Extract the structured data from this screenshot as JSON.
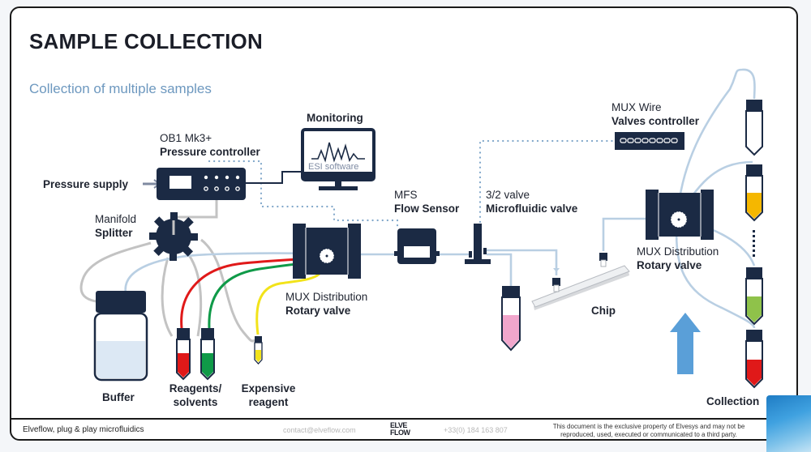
{
  "slide": {
    "title": "SAMPLE COLLECTION",
    "subtitle": "Collection of multiple samples"
  },
  "components": {
    "pressure_supply": {
      "label": "Pressure supply"
    },
    "pressure_controller": {
      "line1": "OB1 Mk3+",
      "line2": "Pressure controller"
    },
    "monitoring": {
      "label": "Monitoring",
      "screen_text": "ESI software"
    },
    "manifold": {
      "line1": "Manifold",
      "line2": "Splitter"
    },
    "mux_distribution_left": {
      "line1": "MUX Distribution",
      "line2": "Rotary valve"
    },
    "flow_sensor": {
      "line1": "MFS",
      "line2": "Flow Sensor"
    },
    "microfluidic_valve": {
      "line1": "3/2 valve",
      "line2": "Microfluidic valve"
    },
    "mux_wire": {
      "line1": "MUX Wire",
      "line2": "Valves controller"
    },
    "mux_distribution_right": {
      "line1": "MUX Distribution",
      "line2": "Rotary valve"
    },
    "chip": {
      "label": "Chip"
    },
    "buffer": {
      "label": "Buffer"
    },
    "reagents": {
      "line1": "Reagents/",
      "line2": "solvents"
    },
    "expensive_reagent": {
      "line1": "Expensive",
      "line2": "reagent"
    },
    "collection": {
      "label": "Collection"
    }
  },
  "colors": {
    "device": "#1b2a44",
    "tubing": "#b9cfe3",
    "tubing_grey": "#c3c3c3",
    "red": "#e01919",
    "green": "#0f9a48",
    "yellow": "#f2e31a",
    "orange": "#f5b700",
    "lime": "#8fc24a",
    "pink": "#f1a6cc",
    "buffer_fill": "#dce8f4",
    "arrow": "#5a9fd8",
    "dotted": "#7fa6c9"
  },
  "collection_tubes": [
    {
      "fill": "empty"
    },
    {
      "fill": "orange"
    },
    {
      "fill": "lime"
    },
    {
      "fill": "red"
    }
  ],
  "footer": {
    "tagline": "Elveflow, plug & play microfluidics",
    "email": "contact@elveflow.com",
    "logo_line1": "ELVE",
    "logo_line2": "FLOW",
    "phone": "+33(0) 184 163 807",
    "disclaimer": "This document is the exclusive property of Elvesys and may not be reproduced, used, executed or communicated to a third party."
  }
}
